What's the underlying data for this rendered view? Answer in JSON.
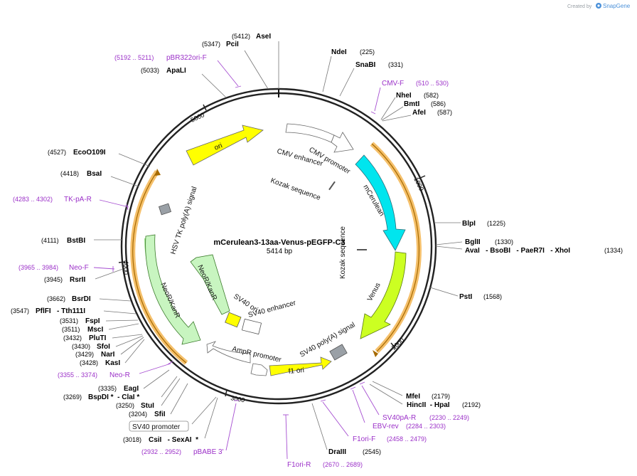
{
  "credit": {
    "text": "Created by",
    "brand": "SnapGene",
    "logo_icon": "snapgene-logo-icon"
  },
  "plasmid": {
    "name": "mCerulean3-13aa-Venus-pEGFP-C3",
    "size_label": "5414 bp"
  },
  "ticks": [
    "1000",
    "2000",
    "3000",
    "4000",
    "5000"
  ],
  "enzymes": [
    {
      "name": "AseI",
      "pos": "(5412)"
    },
    {
      "name": "PciI",
      "pos": "(5347)"
    },
    {
      "name": "ApaLI",
      "pos": "(5033)"
    },
    {
      "name": "NdeI",
      "pos": "(225)"
    },
    {
      "name": "SnaBI",
      "pos": "(331)"
    },
    {
      "name": "NheI",
      "pos": "(582)"
    },
    {
      "name": "BmtI",
      "pos": "(586)"
    },
    {
      "name": "AfeI",
      "pos": "(587)"
    },
    {
      "name": "EcoO109I",
      "pos": "(4527)"
    },
    {
      "name": "BsaI",
      "pos": "(4418)"
    },
    {
      "name": "BstBI",
      "pos": "(4111)"
    },
    {
      "name": "RsrII",
      "pos": "(3945)"
    },
    {
      "name": "BlpI",
      "pos": "(1225)"
    },
    {
      "name": "BglII",
      "pos": "(1330)"
    },
    {
      "name": "AvaI   - BsoBI   - PaeR7I   - XhoI",
      "pos": "(1334)"
    },
    {
      "name": "PstI",
      "pos": "(1568)"
    },
    {
      "name": "BsrDI",
      "pos": "(3662)"
    },
    {
      "name": "PflFI   - Tth111I",
      "pos": "(3547)"
    },
    {
      "name": "FspI",
      "pos": "(3531)"
    },
    {
      "name": "MscI",
      "pos": "(3511)"
    },
    {
      "name": "PluTI",
      "pos": "(3432)"
    },
    {
      "name": "SfoI",
      "pos": "(3430)"
    },
    {
      "name": "NarI",
      "pos": "(3429)"
    },
    {
      "name": "KasI",
      "pos": "(3428)"
    },
    {
      "name": "EagI",
      "pos": "(3335)"
    },
    {
      "name": "BspDI *  - ClaI *",
      "pos": "(3269)"
    },
    {
      "name": "StuI",
      "pos": "(3250)"
    },
    {
      "name": "SfiI",
      "pos": "(3204)"
    },
    {
      "name": "CsiI   - SexAI  *",
      "pos": "(3018)"
    },
    {
      "name": "MfeI",
      "pos": "(2179)"
    },
    {
      "name": "HincII  - HpaI",
      "pos": "(2192)"
    },
    {
      "name": "DraIII",
      "pos": "(2545)"
    }
  ],
  "primers": [
    {
      "name": "pBR322ori-F",
      "range": "(5192 .. 5211)"
    },
    {
      "name": "CMV-F",
      "range": "(510 .. 530)"
    },
    {
      "name": "TK-pA-R",
      "range": "(4283 .. 4302)"
    },
    {
      "name": "Neo-F",
      "range": "(3965 .. 3984)"
    },
    {
      "name": "Neo-R",
      "range": "(3355 .. 3374)"
    },
    {
      "name": "pBABE 3'",
      "range": "(2932 .. 2952)"
    },
    {
      "name": "F1ori-R",
      "range": "(2670 .. 2689)"
    },
    {
      "name": "F1ori-F",
      "range": "(2458 .. 2479)"
    },
    {
      "name": "EBV-rev",
      "range": "(2284 .. 2303)"
    },
    {
      "name": "SV40pA-R",
      "range": "(2230 .. 2249)"
    }
  ],
  "features": [
    {
      "name": "ori",
      "color": "#ffff00"
    },
    {
      "name": "CMV enhancer",
      "color": "#ffffff"
    },
    {
      "name": "CMV promoter",
      "color": "#ffffff"
    },
    {
      "name": "Kozak sequence",
      "color": "#ffffff"
    },
    {
      "name": "mCerulean",
      "color": "#00e5ee"
    },
    {
      "name": "Kozak sequence",
      "color": "#ffffff"
    },
    {
      "name": "Venus",
      "color": "#ccff22"
    },
    {
      "name": "SV40 poly(A) signal",
      "color": "#9aa0a6"
    },
    {
      "name": "f1 ori",
      "color": "#ffff00"
    },
    {
      "name": "AmpR promoter",
      "color": "#ffffff"
    },
    {
      "name": "SV40 ori",
      "color": "#ffff00"
    },
    {
      "name": "SV40 enhancer",
      "color": "#ffffff"
    },
    {
      "name": "NeoR/KanR",
      "color": "#c8f5c0"
    },
    {
      "name": "NeoR/KanR",
      "color": "#c8f5c0"
    },
    {
      "name": "HSV TK poly(A) signal",
      "color": "#9aa0a6"
    }
  ],
  "boxed_label": "SV40 promoter",
  "colors": {
    "primer": "#9b30c8",
    "orf_outline": "#f5c06b",
    "orf_line": "#a66a00",
    "backbone": "#222222"
  }
}
